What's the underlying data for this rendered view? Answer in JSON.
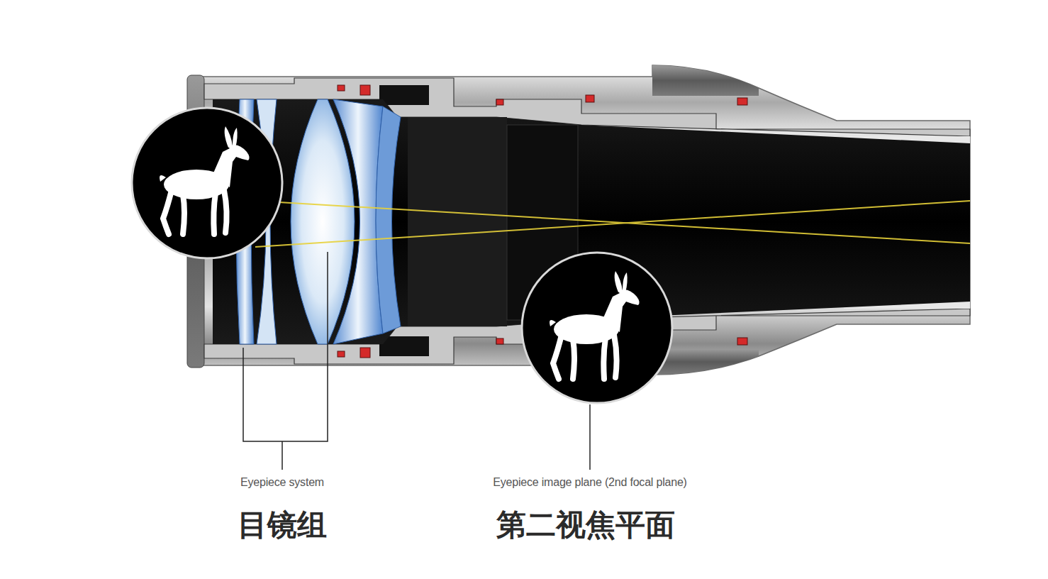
{
  "diagram": {
    "labels": [
      "Eyepiece system",
      "目镜组",
      "Eyepiece image plane (2nd focal plane)",
      "第二视焦平面"
    ]
  }
}
